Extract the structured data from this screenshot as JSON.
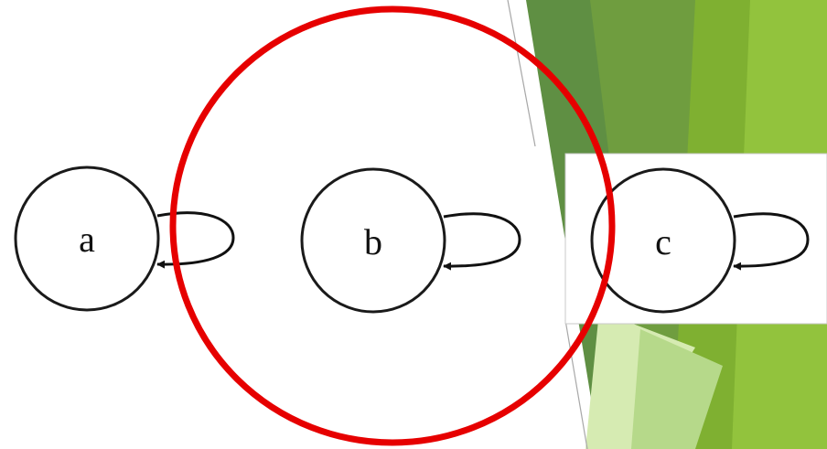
{
  "diagram": {
    "nodes": [
      {
        "id": "a",
        "label": "a"
      },
      {
        "id": "b",
        "label": "b"
      },
      {
        "id": "c",
        "label": "c"
      }
    ],
    "edges": [
      {
        "from": "a",
        "to": "a",
        "type": "self-loop"
      },
      {
        "from": "b",
        "to": "b",
        "type": "self-loop"
      },
      {
        "from": "c",
        "to": "c",
        "type": "self-loop"
      }
    ],
    "highlight": {
      "target": "b",
      "shape": "circle",
      "color": "#e60000"
    }
  },
  "colors": {
    "background": "#ffffff",
    "stroke": "#1a1a1a",
    "green_dark": "#5f8f43",
    "green_mid": "#73a735",
    "green_light": "#90c23d",
    "green_pale": "#c7e49a",
    "divider": "#a8a8a8"
  }
}
